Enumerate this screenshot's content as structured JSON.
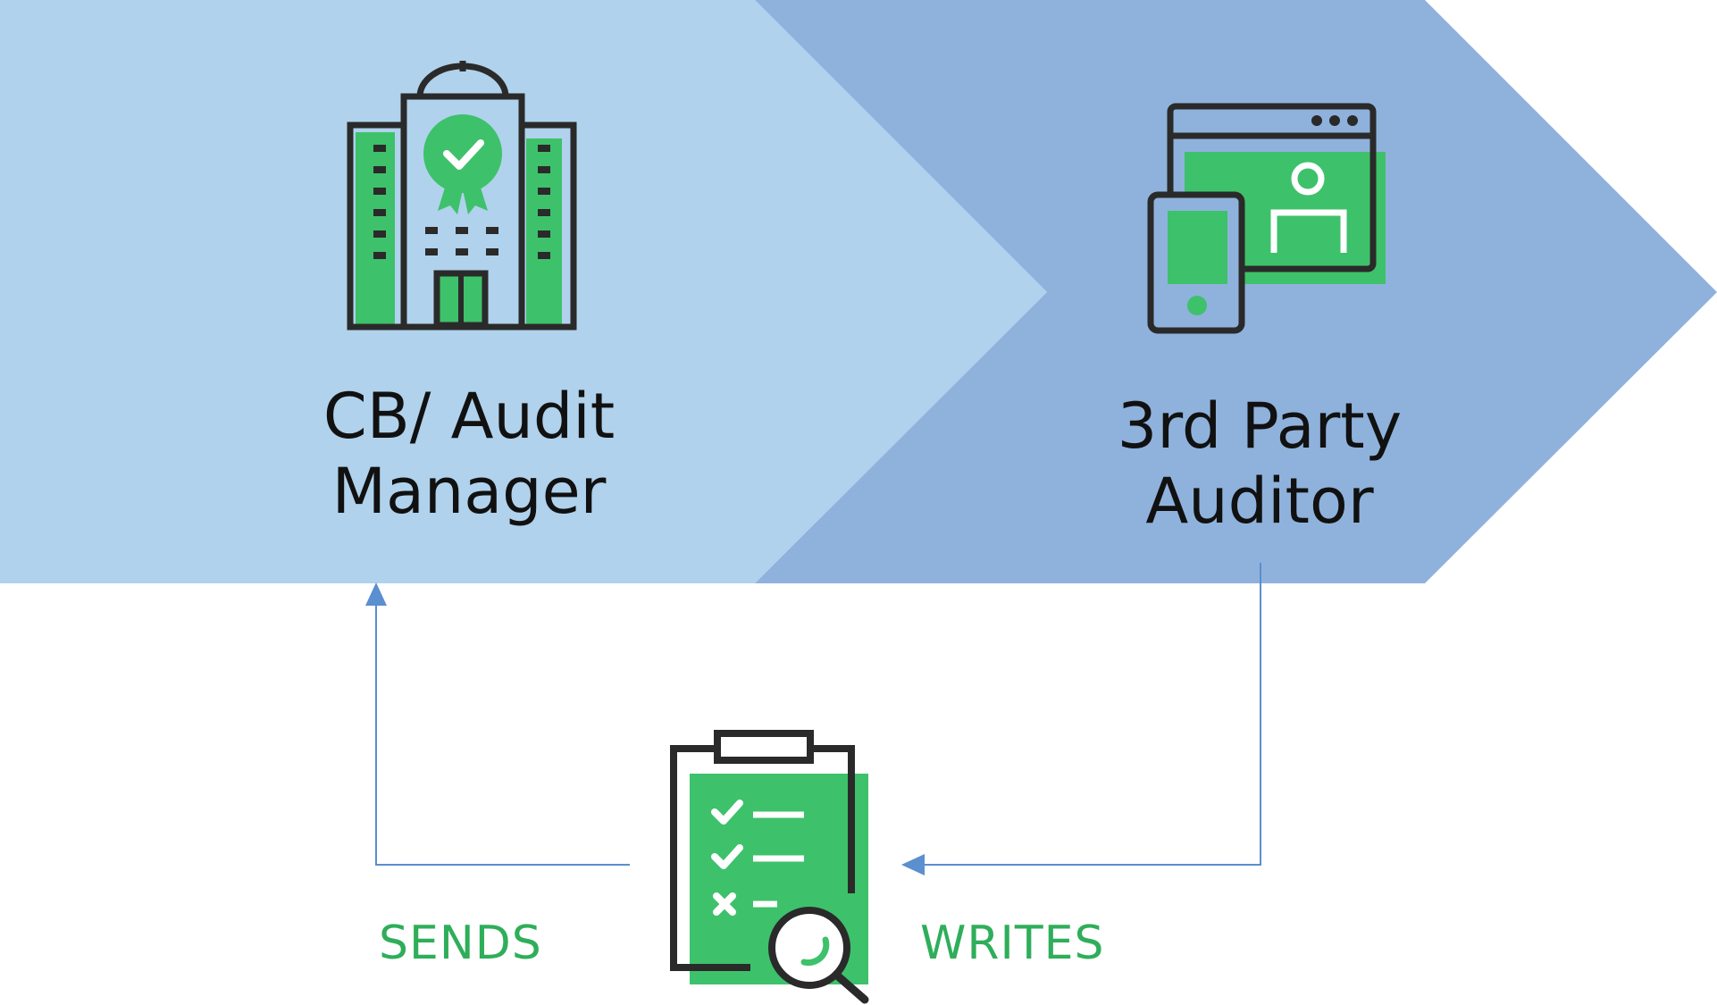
{
  "nodes": {
    "cb_manager": {
      "line1": "CB/ Audit",
      "line2": "Manager",
      "icon": "certified-building-icon"
    },
    "third_party_auditor": {
      "line1": "3rd Party",
      "line2": "Auditor",
      "icon": "devices-user-profile-icon"
    },
    "report": {
      "icon": "checklist-clipboard-magnifier-icon"
    }
  },
  "edges": {
    "sends": "SENDS",
    "writes": "WRITES"
  },
  "colors": {
    "chevron_left": "#b0d2ec",
    "chevron_right": "#8fb2dc",
    "icon_green": "#3ec16b",
    "icon_stroke": "#2a2a2a",
    "connector": "#5b8fcf",
    "action_text": "#2fae5a"
  }
}
